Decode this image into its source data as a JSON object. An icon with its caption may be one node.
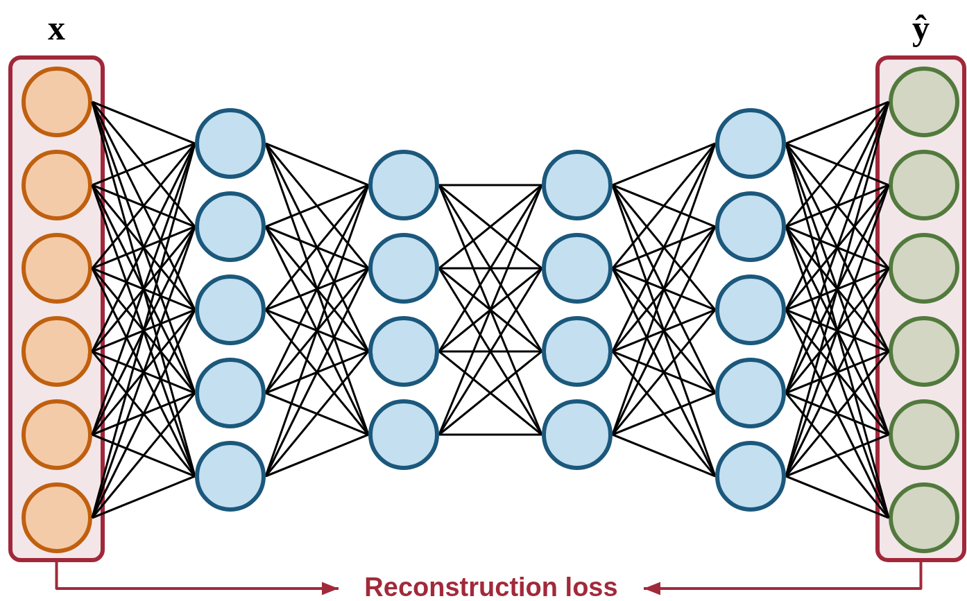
{
  "diagram": {
    "nodes": [
      {
        "text": [
          "x"
        ]
      },
      {
        "text": [],
        "shape": "circle",
        "in": 0
      },
      {
        "text": [],
        "shape": "circle",
        "in": 0
      },
      {
        "text": [],
        "shape": "circle",
        "in": 0
      },
      {
        "text": [],
        "shape": "circle",
        "in": 0
      },
      {
        "text": [],
        "shape": "circle",
        "in": 0
      },
      {
        "text": [],
        "shape": "circle",
        "in": 0
      },
      {
        "text": [],
        "shape": "circle"
      },
      {
        "text": [],
        "shape": "circle"
      },
      {
        "text": [],
        "shape": "circle"
      },
      {
        "text": [],
        "shape": "circle"
      },
      {
        "text": [],
        "shape": "circle"
      },
      {
        "text": [],
        "shape": "circle"
      },
      {
        "text": [],
        "shape": "circle"
      },
      {
        "text": [],
        "shape": "circle"
      },
      {
        "text": [],
        "shape": "circle"
      },
      {
        "text": [],
        "shape": "circle"
      },
      {
        "text": [],
        "shape": "circle"
      },
      {
        "text": [],
        "shape": "circle"
      },
      {
        "text": [],
        "shape": "circle"
      },
      {
        "text": [],
        "shape": "circle"
      },
      {
        "text": [],
        "shape": "circle"
      },
      {
        "text": [],
        "shape": "circle"
      },
      {
        "text": [],
        "shape": "circle"
      },
      {
        "text": [],
        "shape": "circle"
      },
      {
        "text": [
          "ŷ"
        ]
      },
      {
        "text": [],
        "shape": "circle",
        "in": 25
      },
      {
        "text": [],
        "shape": "circle",
        "in": 25
      },
      {
        "text": [],
        "shape": "circle",
        "in": 25
      },
      {
        "text": [],
        "shape": "circle",
        "in": 25
      },
      {
        "text": [],
        "shape": "circle",
        "in": 25
      },
      {
        "text": [],
        "shape": "circle",
        "in": 25
      },
      {
        "text": [
          "Reconstruction loss"
        ]
      }
    ],
    "edges": [
      {
        "from": 1,
        "to": 7,
        "arrow": "none"
      },
      {
        "from": 1,
        "to": 8,
        "arrow": "none"
      },
      {
        "from": 1,
        "to": 9,
        "arrow": "none"
      },
      {
        "from": 1,
        "to": 10,
        "arrow": "none"
      },
      {
        "from": 1,
        "to": 11,
        "arrow": "none"
      },
      {
        "from": 2,
        "to": 7,
        "arrow": "none"
      },
      {
        "from": 2,
        "to": 8,
        "arrow": "none"
      },
      {
        "from": 2,
        "to": 9,
        "arrow": "none"
      },
      {
        "from": 2,
        "to": 10,
        "arrow": "none"
      },
      {
        "from": 2,
        "to": 11,
        "arrow": "none"
      },
      {
        "from": 3,
        "to": 7,
        "arrow": "none"
      },
      {
        "from": 3,
        "to": 8,
        "arrow": "none"
      },
      {
        "from": 3,
        "to": 9,
        "arrow": "none"
      },
      {
        "from": 3,
        "to": 10,
        "arrow": "none"
      },
      {
        "from": 3,
        "to": 11,
        "arrow": "none"
      },
      {
        "from": 4,
        "to": 7,
        "arrow": "none"
      },
      {
        "from": 4,
        "to": 8,
        "arrow": "none"
      },
      {
        "from": 4,
        "to": 9,
        "arrow": "none"
      },
      {
        "from": 4,
        "to": 10,
        "arrow": "none"
      },
      {
        "from": 4,
        "to": 11,
        "arrow": "none"
      },
      {
        "from": 5,
        "to": 7,
        "arrow": "none"
      },
      {
        "from": 5,
        "to": 8,
        "arrow": "none"
      },
      {
        "from": 5,
        "to": 9,
        "arrow": "none"
      },
      {
        "from": 5,
        "to": 10,
        "arrow": "none"
      },
      {
        "from": 5,
        "to": 11,
        "arrow": "none"
      },
      {
        "from": 6,
        "to": 7,
        "arrow": "none"
      },
      {
        "from": 6,
        "to": 8,
        "arrow": "none"
      },
      {
        "from": 6,
        "to": 9,
        "arrow": "none"
      },
      {
        "from": 6,
        "to": 10,
        "arrow": "none"
      },
      {
        "from": 6,
        "to": 11,
        "arrow": "none"
      },
      {
        "from": 7,
        "to": 12,
        "arrow": "none"
      },
      {
        "from": 7,
        "to": 13,
        "arrow": "none"
      },
      {
        "from": 7,
        "to": 14,
        "arrow": "none"
      },
      {
        "from": 7,
        "to": 15,
        "arrow": "none"
      },
      {
        "from": 8,
        "to": 12,
        "arrow": "none"
      },
      {
        "from": 8,
        "to": 13,
        "arrow": "none"
      },
      {
        "from": 8,
        "to": 14,
        "arrow": "none"
      },
      {
        "from": 8,
        "to": 15,
        "arrow": "none"
      },
      {
        "from": 9,
        "to": 12,
        "arrow": "none"
      },
      {
        "from": 9,
        "to": 13,
        "arrow": "none"
      },
      {
        "from": 9,
        "to": 14,
        "arrow": "none"
      },
      {
        "from": 9,
        "to": 15,
        "arrow": "none"
      },
      {
        "from": 10,
        "to": 12,
        "arrow": "none"
      },
      {
        "from": 10,
        "to": 13,
        "arrow": "none"
      },
      {
        "from": 10,
        "to": 14,
        "arrow": "none"
      },
      {
        "from": 10,
        "to": 15,
        "arrow": "none"
      },
      {
        "from": 11,
        "to": 12,
        "arrow": "none"
      },
      {
        "from": 11,
        "to": 13,
        "arrow": "none"
      },
      {
        "from": 11,
        "to": 14,
        "arrow": "none"
      },
      {
        "from": 11,
        "to": 15,
        "arrow": "none"
      },
      {
        "from": 12,
        "to": 16,
        "arrow": "none"
      },
      {
        "from": 12,
        "to": 17,
        "arrow": "none"
      },
      {
        "from": 12,
        "to": 18,
        "arrow": "none"
      },
      {
        "from": 12,
        "to": 19,
        "arrow": "none"
      },
      {
        "from": 13,
        "to": 16,
        "arrow": "none"
      },
      {
        "from": 13,
        "to": 17,
        "arrow": "none"
      },
      {
        "from": 13,
        "to": 18,
        "arrow": "none"
      },
      {
        "from": 13,
        "to": 19,
        "arrow": "none"
      },
      {
        "from": 14,
        "to": 16,
        "arrow": "none"
      },
      {
        "from": 14,
        "to": 17,
        "arrow": "none"
      },
      {
        "from": 14,
        "to": 18,
        "arrow": "none"
      },
      {
        "from": 14,
        "to": 19,
        "arrow": "none"
      },
      {
        "from": 15,
        "to": 16,
        "arrow": "none"
      },
      {
        "from": 15,
        "to": 17,
        "arrow": "none"
      },
      {
        "from": 15,
        "to": 18,
        "arrow": "none"
      },
      {
        "from": 15,
        "to": 19,
        "arrow": "none"
      },
      {
        "from": 16,
        "to": 20,
        "arrow": "none"
      },
      {
        "from": 16,
        "to": 21,
        "arrow": "none"
      },
      {
        "from": 16,
        "to": 22,
        "arrow": "none"
      },
      {
        "from": 16,
        "to": 23,
        "arrow": "none"
      },
      {
        "from": 16,
        "to": 24,
        "arrow": "none"
      },
      {
        "from": 17,
        "to": 20,
        "arrow": "none"
      },
      {
        "from": 17,
        "to": 21,
        "arrow": "none"
      },
      {
        "from": 17,
        "to": 22,
        "arrow": "none"
      },
      {
        "from": 17,
        "to": 23,
        "arrow": "none"
      },
      {
        "from": 17,
        "to": 24,
        "arrow": "none"
      },
      {
        "from": 18,
        "to": 20,
        "arrow": "none"
      },
      {
        "from": 18,
        "to": 21,
        "arrow": "none"
      },
      {
        "from": 18,
        "to": 22,
        "arrow": "none"
      },
      {
        "from": 18,
        "to": 23,
        "arrow": "none"
      },
      {
        "from": 18,
        "to": 24,
        "arrow": "none"
      },
      {
        "from": 19,
        "to": 20,
        "arrow": "none"
      },
      {
        "from": 19,
        "to": 21,
        "arrow": "none"
      },
      {
        "from": 19,
        "to": 22,
        "arrow": "none"
      },
      {
        "from": 19,
        "to": 23,
        "arrow": "none"
      },
      {
        "from": 19,
        "to": 24,
        "arrow": "none"
      },
      {
        "from": 20,
        "to": 26,
        "arrow": "none"
      },
      {
        "from": 20,
        "to": 27,
        "arrow": "none"
      },
      {
        "from": 20,
        "to": 28,
        "arrow": "none"
      },
      {
        "from": 20,
        "to": 29,
        "arrow": "none"
      },
      {
        "from": 20,
        "to": 30,
        "arrow": "none"
      },
      {
        "from": 20,
        "to": 31,
        "arrow": "none"
      },
      {
        "from": 21,
        "to": 26,
        "arrow": "none"
      },
      {
        "from": 21,
        "to": 27,
        "arrow": "none"
      },
      {
        "from": 21,
        "to": 28,
        "arrow": "none"
      },
      {
        "from": 21,
        "to": 29,
        "arrow": "none"
      },
      {
        "from": 21,
        "to": 30,
        "arrow": "none"
      },
      {
        "from": 21,
        "to": 31,
        "arrow": "none"
      },
      {
        "from": 22,
        "to": 26,
        "arrow": "none"
      },
      {
        "from": 22,
        "to": 27,
        "arrow": "none"
      },
      {
        "from": 22,
        "to": 28,
        "arrow": "none"
      },
      {
        "from": 22,
        "to": 29,
        "arrow": "none"
      },
      {
        "from": 22,
        "to": 30,
        "arrow": "none"
      },
      {
        "from": 22,
        "to": 31,
        "arrow": "none"
      },
      {
        "from": 23,
        "to": 26,
        "arrow": "none"
      },
      {
        "from": 23,
        "to": 27,
        "arrow": "none"
      },
      {
        "from": 23,
        "to": 28,
        "arrow": "none"
      },
      {
        "from": 23,
        "to": 29,
        "arrow": "none"
      },
      {
        "from": 23,
        "to": 30,
        "arrow": "none"
      },
      {
        "from": 23,
        "to": 31,
        "arrow": "none"
      },
      {
        "from": 24,
        "to": 26,
        "arrow": "none"
      },
      {
        "from": 24,
        "to": 27,
        "arrow": "none"
      },
      {
        "from": 24,
        "to": 28,
        "arrow": "none"
      },
      {
        "from": 24,
        "to": 29,
        "arrow": "none"
      },
      {
        "from": 24,
        "to": 30,
        "arrow": "none"
      },
      {
        "from": 24,
        "to": 31,
        "arrow": "none"
      },
      {
        "from": 0,
        "to": 32,
        "arrow": "to",
        "color": "#a12a3a"
      },
      {
        "from": 25,
        "to": 32,
        "arrow": "to",
        "color": "#a12a3a"
      }
    ]
  }
}
